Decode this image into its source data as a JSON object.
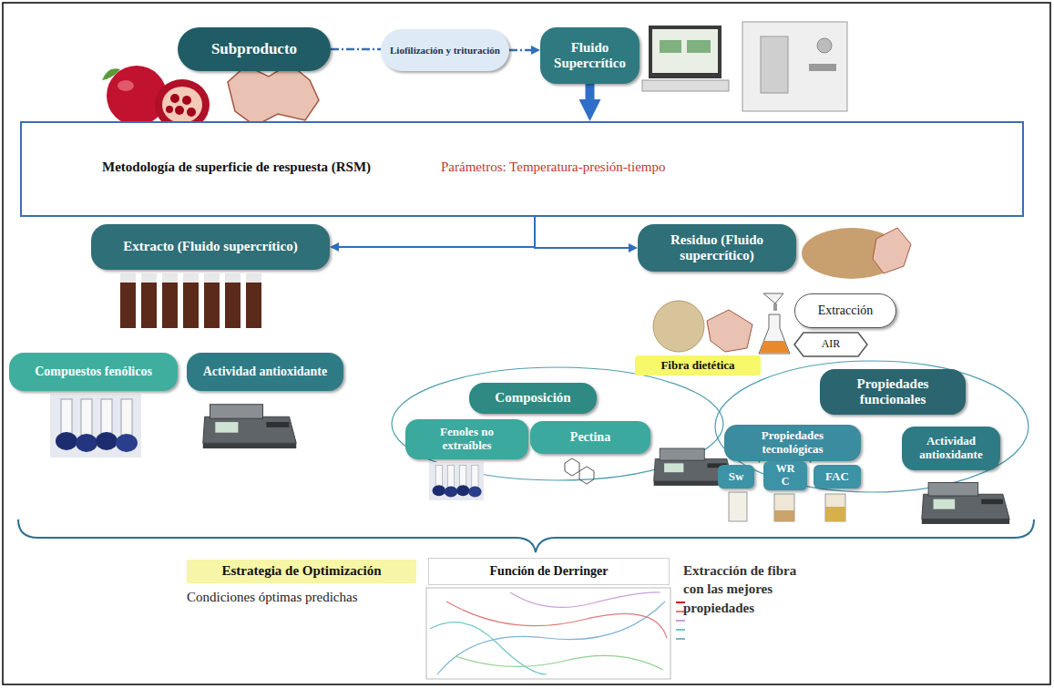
{
  "diagram": {
    "nodes": [
      {
        "text": [
          "Subproducto"
        ]
      },
      {
        "text": [
          "Liofilización y trituración"
        ]
      },
      {
        "text": [
          "Fluido Supercrítico"
        ]
      },
      {
        "text": [
          "Metodología de superficie de respuesta (RSM)",
          "Parámetros: Temperatura-presión-tiempo"
        ]
      },
      {
        "text": [
          "Extracto (Fluido supercrítico)"
        ]
      },
      {
        "text": [
          "Residuo (Fluido supercrítico)"
        ]
      },
      {
        "text": [
          "Extracción"
        ]
      },
      {
        "text": [
          "AIR"
        ]
      },
      {
        "text": [
          "Fibra dietética"
        ]
      },
      {
        "text": [
          "Compuestos fenólicos"
        ]
      },
      {
        "text": [
          "Actividad antioxidante"
        ]
      },
      {
        "text": [
          "Composición"
        ]
      },
      {
        "text": [
          "Fenoles no extraíbles"
        ]
      },
      {
        "text": [
          "Pectina"
        ]
      },
      {
        "text": [
          "Propiedades funcionales"
        ]
      },
      {
        "text": [
          "Propiedades tecnológicas"
        ]
      },
      {
        "text": [
          "Actividad antioxidante"
        ]
      },
      {
        "text": [
          "Sw"
        ]
      },
      {
        "text": [
          "WR C"
        ]
      },
      {
        "text": [
          "FAC"
        ]
      },
      {
        "text": [
          "Estrategia de Optimización"
        ]
      },
      {
        "text": [
          "Función de Derringer"
        ]
      }
    ],
    "edges": [
      {
        "from": 0,
        "to": 1,
        "arrow": "none"
      },
      {
        "from": 1,
        "to": 2,
        "arrow": "to"
      },
      {
        "from": 2,
        "to": 3,
        "arrow": "to"
      },
      {
        "from": 3,
        "to": 4,
        "arrow": "to"
      },
      {
        "from": 3,
        "to": 5,
        "arrow": "to"
      }
    ],
    "labels": [
      "Condiciones óptimas predichas",
      "Extracción de fibra con las mejores propiedades"
    ]
  }
}
